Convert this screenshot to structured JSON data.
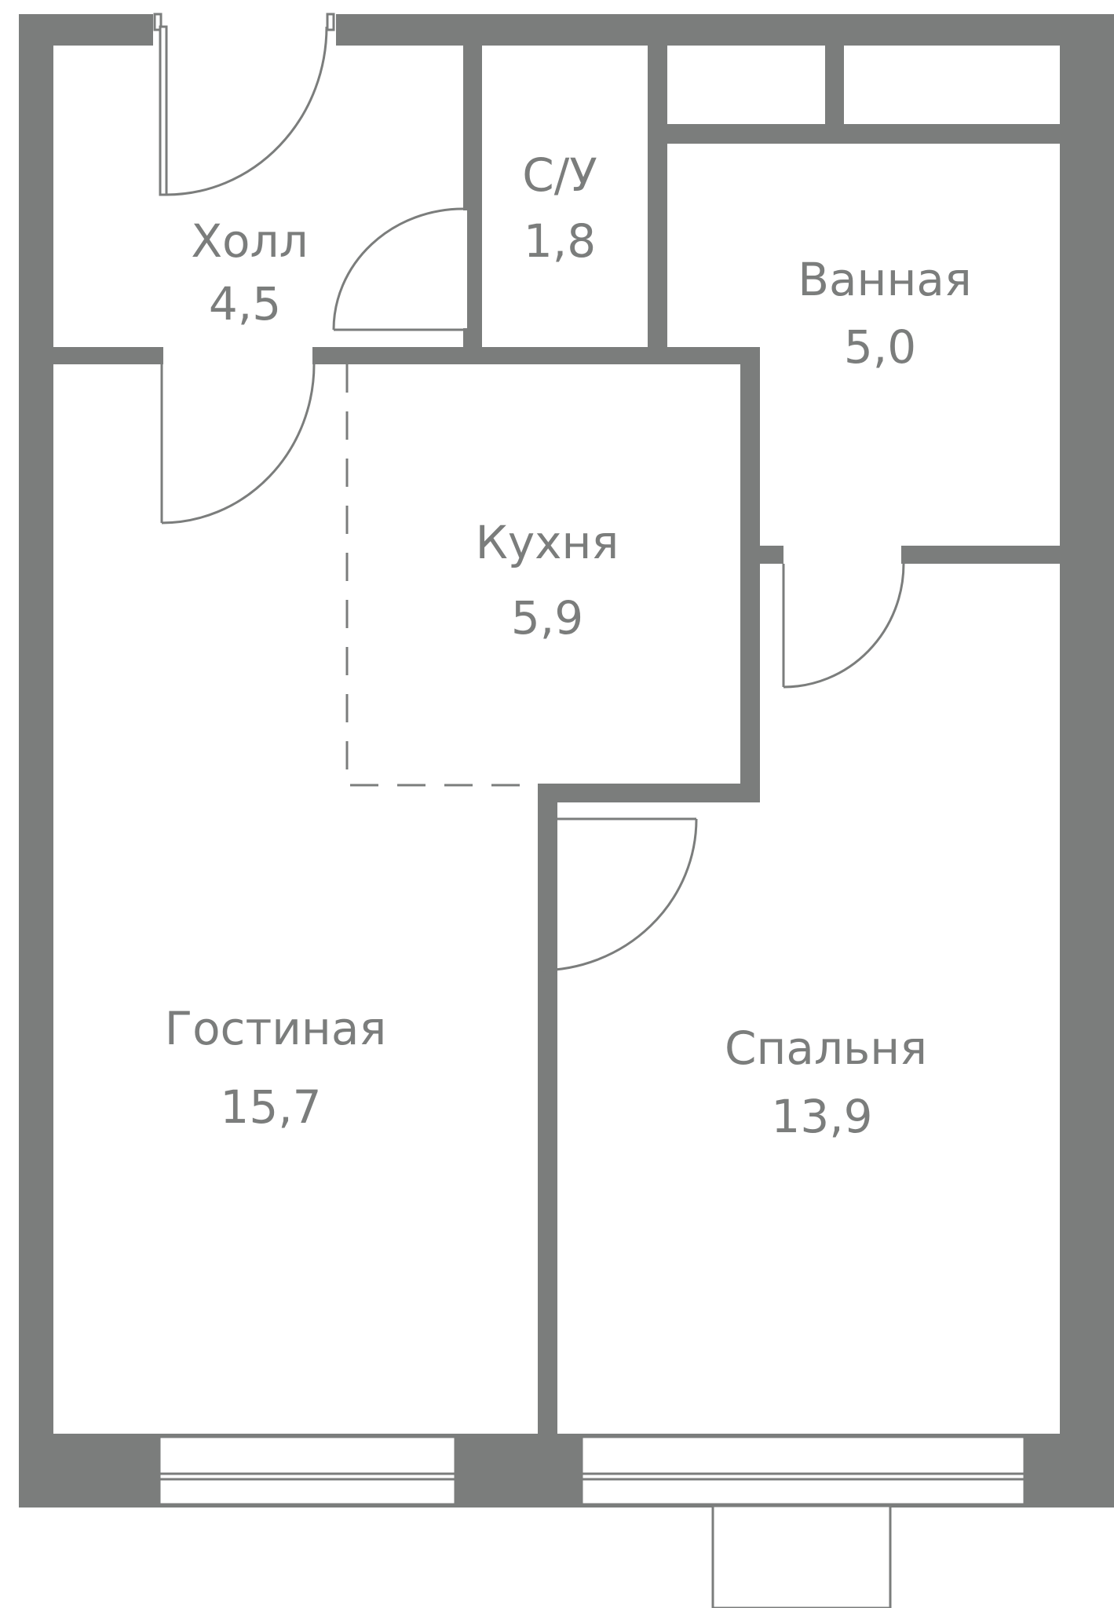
{
  "plan": {
    "colors": {
      "wall": "#7b7d7c",
      "floor": "#ffffff",
      "line": "#7b7d7c"
    },
    "rooms": [
      {
        "id": "hall",
        "name": "Холл",
        "area": "4,5"
      },
      {
        "id": "wc",
        "name": "С/У",
        "area": "1,8"
      },
      {
        "id": "bath",
        "name": "Ванная",
        "area": "5,0"
      },
      {
        "id": "kitchen",
        "name": "Кухня",
        "area": "5,9"
      },
      {
        "id": "living",
        "name": "Гостиная",
        "area": "15,7"
      },
      {
        "id": "bedroom",
        "name": "Спальня",
        "area": "13,9"
      }
    ]
  }
}
